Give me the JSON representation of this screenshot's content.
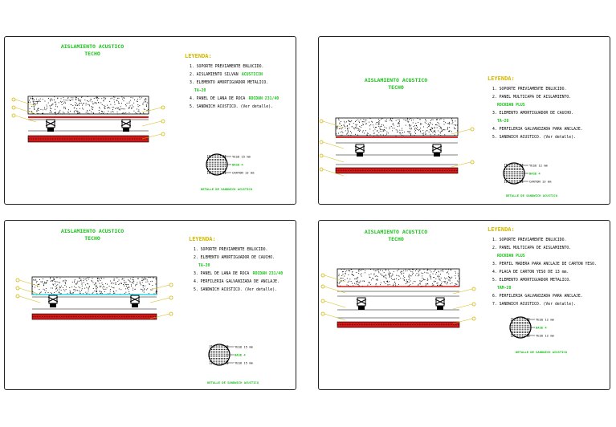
{
  "panels": [
    {
      "title1": "AISLAMIENTO ACUSTICO",
      "title2": "TECHO",
      "legend_title": "LEYENDA:",
      "items": [
        {
          "text": "1. SOPORTE PREVIAMENTE ENLUCIDO.",
          "tag": ""
        },
        {
          "text": "2. AISLAMIENTO SILVAN",
          "tag": "ACUSTICIN"
        },
        {
          "text": "3. ELEMENTO AMORTIGUADOR  METALICO.",
          "tag": ""
        },
        {
          "text": "",
          "tag": "TA-20"
        },
        {
          "text": "4. PANEL DE LANA DE ROCA",
          "tag": "ROCDAN 231/40"
        },
        {
          "text": "5. SANDWICH ACUSTICO. (Ver detalle).",
          "tag": ""
        }
      ],
      "detail_labels": [
        "YESO 15 mm",
        "BASE 4",
        "CARTON 13 mm"
      ],
      "detail_caption": "DETALLE DE SANDWICH ACUSTICO"
    },
    {
      "title1": "AISLAMIENTO ACUSTICO",
      "title2": "TECHO",
      "legend_title": "LEYENDA:",
      "items": [
        {
          "text": "1. SOPORTE PREVIAMENTE ENLUCIDO.",
          "tag": ""
        },
        {
          "text": "2. PANEL MULTICAPA DE AISLAMIENTO.",
          "tag": ""
        },
        {
          "text": "",
          "tag": "ROCKDAN PLUS"
        },
        {
          "text": "3. ELEMENTO AMORTIGUADOR DE CAUCHO.",
          "tag": ""
        },
        {
          "text": "",
          "tag": "TA-20"
        },
        {
          "text": "4. PERFILERIA GALVANIZADA PARA ANCLAJE.",
          "tag": ""
        },
        {
          "text": "5. SANDWICH ACUSTICO. (Ver detalle).",
          "tag": ""
        }
      ],
      "detail_labels": [
        "YESO 12 mm",
        "BASE 4",
        "CARTON 13 mm"
      ],
      "detail_caption": "DETALLE DE SANDWICH ACUSTICO"
    },
    {
      "title1": "AISLAMIENTO ACUSTICO",
      "title2": "TECHO",
      "legend_title": "LEYENDA:",
      "items": [
        {
          "text": "1. SOPORTE PREVIAMENTE ENLUCIDO.",
          "tag": ""
        },
        {
          "text": "2. ELEMENTO AMORTIGUADOR DE CAUCHO.",
          "tag": ""
        },
        {
          "text": "",
          "tag": "TA-20"
        },
        {
          "text": "3. PANEL DE LANA DE ROCA",
          "tag": "ROCDAN 231/40"
        },
        {
          "text": "4. PERFILERIA GALVANIZADA DE ANCLAJE.",
          "tag": ""
        },
        {
          "text": "5. SANDWICH ACUSTICO. (Ver detalle).",
          "tag": ""
        }
      ],
      "detail_labels": [
        "YESO 15 mm",
        "BASE 4",
        "YESO 15 mm"
      ],
      "detail_caption": "DETALLE DE SANDWICH ACUSTICO"
    },
    {
      "title1": "AISLAMIENTO ACUSTICO",
      "title2": "TECHO",
      "legend_title": "LEYENDA:",
      "items": [
        {
          "text": "1. SOPORTE PREVIAMENTE ENLUCIDO.",
          "tag": ""
        },
        {
          "text": "2. PANEL MULTICAPA DE AISLAMIENTO.",
          "tag": ""
        },
        {
          "text": "",
          "tag": "ROCKDAN PLUS"
        },
        {
          "text": "3. PERFIL MADERA PARA ANCLAJE DE CARTON YESO.",
          "tag": ""
        },
        {
          "text": "4. PLACA DE CARTON YESO DE 13 mm.",
          "tag": ""
        },
        {
          "text": "5. ELEMENTO AMORTIGUADOR METALICO.",
          "tag": ""
        },
        {
          "text": "",
          "tag": "TAM-20"
        },
        {
          "text": "6. PERFILERIA GALVANIZADA PARA ANCLAJE.",
          "tag": ""
        },
        {
          "text": "7. SANDWICH ACUSTICO. (Ver detalle).",
          "tag": ""
        }
      ],
      "detail_labels": [
        "YESO 12 mm",
        "BASE 4",
        "YESO 12 mm"
      ],
      "detail_caption": "DETALLE DE SANDWICH ACUSTICO"
    }
  ],
  "colors": {
    "title": "#18c018",
    "legend_title": "#d4b800",
    "tag": "#18c018",
    "band_red": "#d01818",
    "cyan": "#30d8e8",
    "leader": "#d4b800"
  }
}
